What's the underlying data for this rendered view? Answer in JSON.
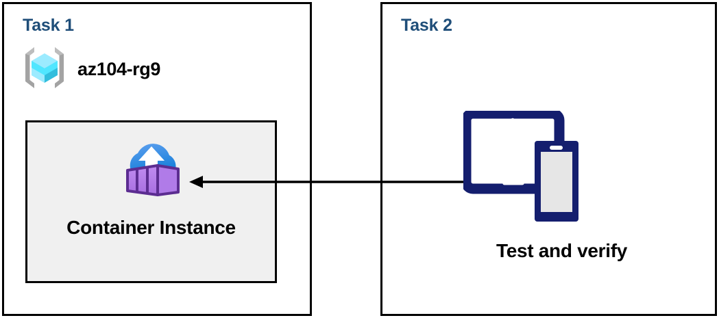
{
  "diagram": {
    "title_color": "#1F4E79",
    "panels": [
      {
        "id": "task-1",
        "title": "Task 1",
        "resource_group": {
          "icon": "azure-resource-group-icon",
          "label": "az104-rg9"
        },
        "resource": {
          "icon": "azure-container-instance-icon",
          "label": "Container Instance"
        }
      },
      {
        "id": "task-2",
        "title": "Task 2",
        "action": {
          "icon": "devices-tablet-phone-icon",
          "label": "Test and verify"
        }
      }
    ],
    "connector": {
      "name": "flow-arrow",
      "direction": "right-to-left",
      "from": "Test and verify",
      "to": "Container Instance",
      "color": "#000000"
    },
    "colors": {
      "panel_border": "#000000",
      "inner_box_fill": "#F0F0F0",
      "title": "#1F4E79",
      "devices_navy": "#141E6E",
      "container_purple": "#B07BE8",
      "container_purple_dark": "#5C2D91",
      "cloud_blue": "#1B83DB",
      "rg_cube_cyan": "#50E6FF",
      "rg_bracket_gray": "#A3A3A3"
    }
  }
}
